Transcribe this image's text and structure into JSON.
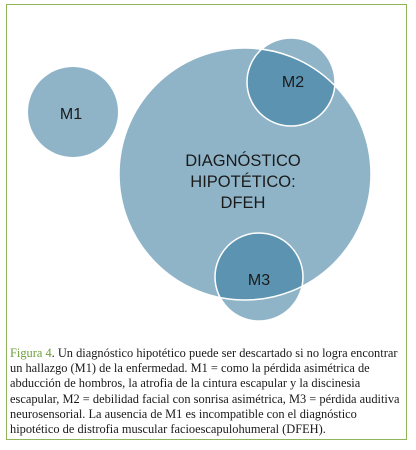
{
  "diagram": {
    "colors": {
      "circle_fill": "#8fb4c8",
      "circle_stroke": "#ffffff",
      "overlap_fill": "#5b93b0",
      "frame": "#8fb45a"
    },
    "circles": {
      "main": {
        "label_lines": [
          "DIAGNÓSTICO",
          "HIPOTÉTICO:",
          "DFEH"
        ]
      },
      "m1": {
        "label": "M1"
      },
      "m2": {
        "label": "M2"
      },
      "m3": {
        "label": "M3"
      }
    }
  },
  "caption": {
    "label": "Figura 4",
    "text": ". Un diagnóstico hipotético puede ser descartado si no logra encontrar un hallazgo (M1) de la enfermedad. M1 = como la pérdida asimétrica de abducción de hombros, la atrofia de la cintura escapular y la discinesia escapular, M2 = debilidad facial con sonrisa asimétrica, M3 = pérdida auditiva neurosensorial. La ausencia de M1 es incompatible con el diagnóstico hipotético de distrofia muscular facioescapulohumeral (DFEH)."
  }
}
